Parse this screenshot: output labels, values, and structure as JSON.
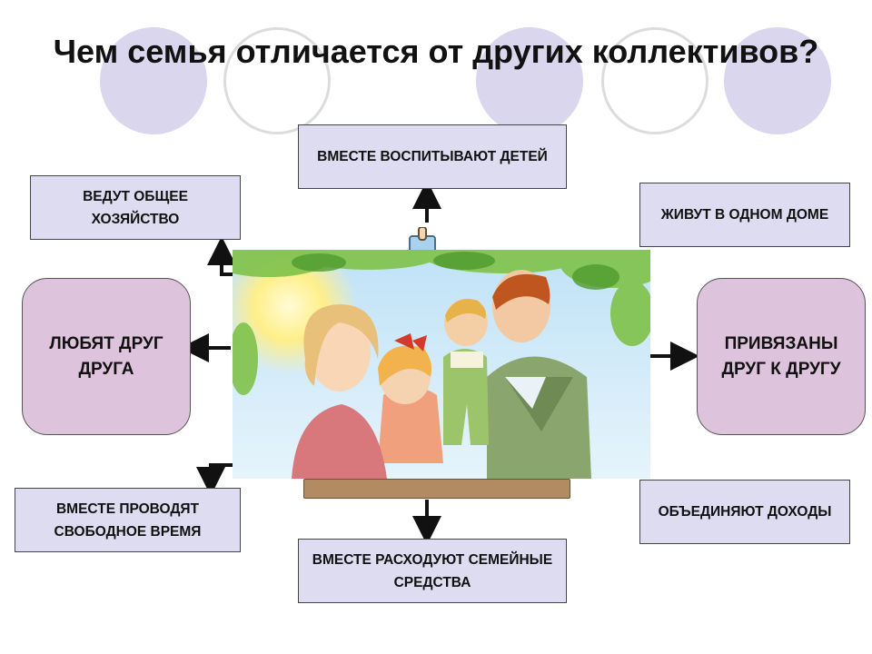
{
  "title": "Чем семья отличается от других коллективов?",
  "colors": {
    "box_fill": "#dedcf0",
    "pill_fill": "#dec3dc",
    "circle_fill": "#d9d6ee"
  },
  "boxes": {
    "top": "ВМЕСТЕ ВОСПИТЫВАЮТ ДЕТЕЙ",
    "top_left": "ВЕДУТ ОБЩЕЕ ХОЗЯЙСТВО",
    "top_right": "ЖИВУТ В ОДНОМ ДОМЕ",
    "left": "ЛЮБЯТ ДРУГ ДРУГА",
    "right": "ПРИВЯЗАНЫ ДРУГ К ДРУГУ",
    "bottom_left": "ВМЕСТЕ ПРОВОДЯТ СВОБОДНОЕ ВРЕМЯ",
    "bottom_right": "ОБЪЕДИНЯЮТ ДОХОДЫ",
    "bottom": "ВМЕСТЕ РАСХОДУЮТ СЕМЕЙНЫЕ СРЕДСТВА"
  }
}
